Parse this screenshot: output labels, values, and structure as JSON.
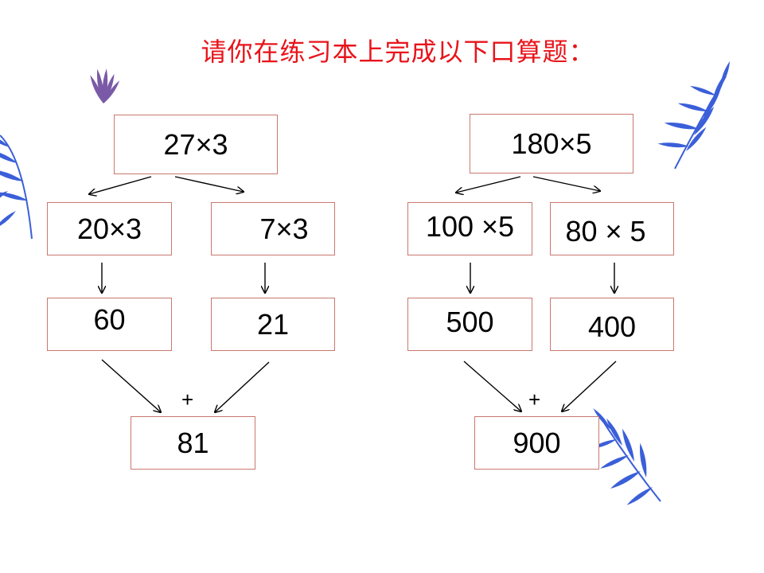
{
  "title": "请你在练习本上完成以下口算题：",
  "left": {
    "problem": "27×3",
    "part_a": "20×3",
    "part_b": "7×3",
    "result_a": "60",
    "result_b": "21",
    "operator": "+",
    "total": "81"
  },
  "right": {
    "problem": "180×5",
    "part_a": "100 ×5",
    "part_b": "80 × 5",
    "result_a": "500",
    "result_b": "400",
    "operator": "+",
    "total": "900"
  },
  "colors": {
    "title": "#e8141b",
    "box_border": "#c9786e",
    "leaf_blue": "#3b5fd9",
    "leaf_purple": "#7a5aa6"
  },
  "icons": [
    "leaf-icon"
  ]
}
